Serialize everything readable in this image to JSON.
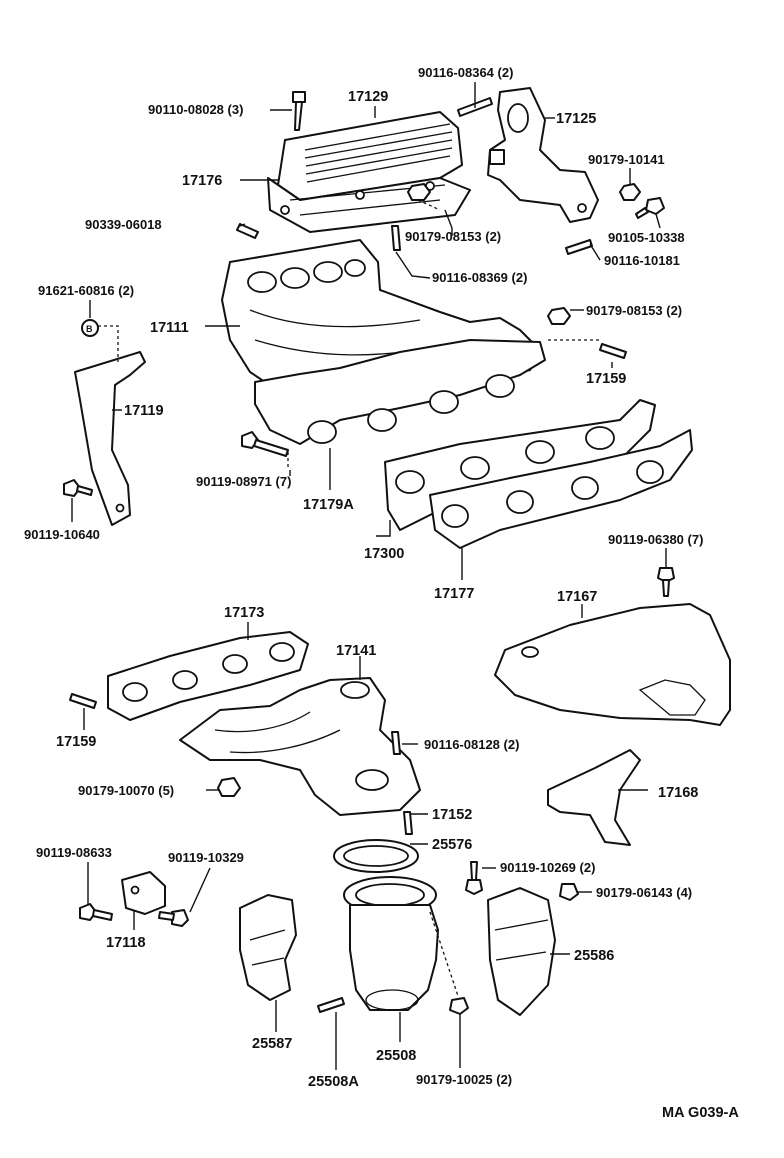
{
  "diagram": {
    "code": "MA G039-A",
    "labels": {
      "p17129": "17129",
      "p90116_08364": "90116-08364 (2)",
      "p90110_08028": "90110-08028 (3)",
      "p17125": "17125",
      "p17176": "17176",
      "p90179_10141": "90179-10141",
      "p90339_06018": "90339-06018",
      "p90179_08153a": "90179-08153 (2)",
      "p90105_10338": "90105-10338",
      "p90116_10181": "90116-10181",
      "p90116_08369": "90116-08369 (2)",
      "p91621_60816": "91621-60816 (2)",
      "p17111": "17111",
      "p90179_08153b": "90179-08153 (2)",
      "p17159a": "17159",
      "p17119": "17119",
      "p90119_08971": "90119-08971 (7)",
      "p17179A": "17179A",
      "p90119_10640": "90119-10640",
      "p17300": "17300",
      "p90119_06380": "90119-06380 (7)",
      "p17177": "17177",
      "p17173": "17173",
      "p17167": "17167",
      "p17141": "17141",
      "p17159b": "17159",
      "p90116_08128": "90116-08128 (2)",
      "p90179_10070": "90179-10070 (5)",
      "p17168": "17168",
      "p17152": "17152",
      "p25576": "25576",
      "p90119_08633": "90119-08633",
      "p90119_10329": "90119-10329",
      "p90119_10269": "90119-10269 (2)",
      "p90179_06143": "90179-06143 (4)",
      "p17118": "17118",
      "p25586": "25586",
      "p25587": "25587",
      "p25508": "25508",
      "p25508A": "25508A",
      "p90179_10025": "90179-10025 (2)"
    }
  }
}
